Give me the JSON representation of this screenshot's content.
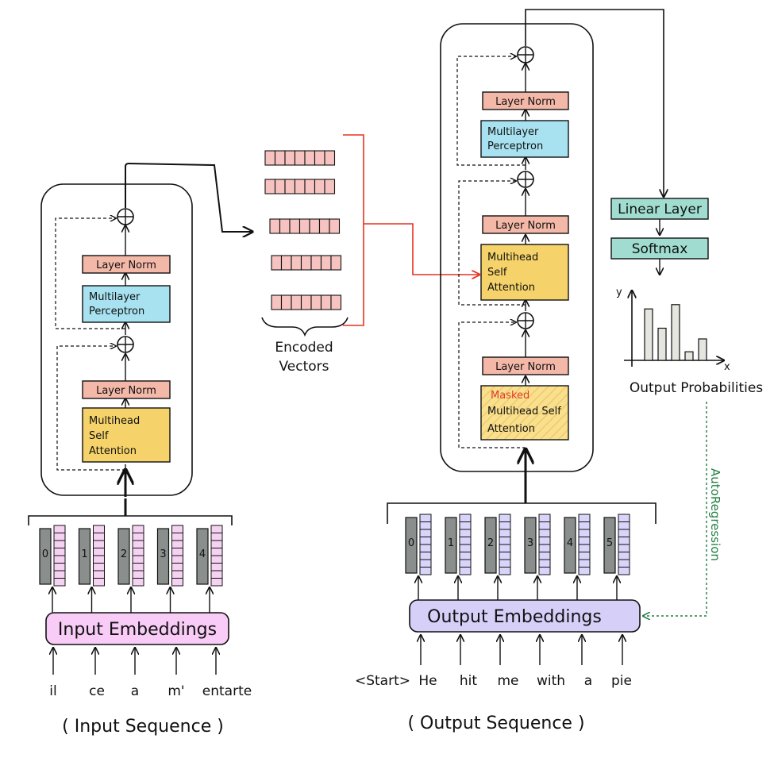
{
  "encoder": {
    "layer_norm_top": "Layer Norm",
    "mlp_line1": "Multilayer",
    "mlp_line2": "Perceptron",
    "layer_norm_bottom": "Layer Norm",
    "attn_line1": "Multihead",
    "attn_line2": "Self",
    "attn_line3": "Attention",
    "position_ids": [
      "0",
      "1",
      "2",
      "3",
      "4"
    ],
    "embeddings_label": "Input Embeddings",
    "tokens": [
      "il",
      "ce",
      "a",
      "m'",
      "entarte"
    ],
    "sequence_label": "( Input Sequence )"
  },
  "encoded": {
    "label_line1": "Encoded",
    "label_line2": "Vectors"
  },
  "decoder": {
    "layer_norm_top": "Layer Norm",
    "mlp_line1": "Multilayer",
    "mlp_line2": "Perceptron",
    "layer_norm_mid": "Layer Norm",
    "cross_line1": "Multihead",
    "cross_line2": "Self",
    "cross_line3": "Attention",
    "layer_norm_bottom": "Layer Norm",
    "masked_label": "Masked",
    "masked_line2": "Multihead Self",
    "masked_line3": "Attention",
    "position_ids": [
      "0",
      "1",
      "2",
      "3",
      "4",
      "5"
    ],
    "embeddings_label": "Output Embeddings",
    "tokens": [
      "<Start>",
      "He",
      "hit",
      "me",
      "with",
      "a",
      "pie"
    ],
    "sequence_label": "( Output Sequence )"
  },
  "head": {
    "linear_label": "Linear Layer",
    "softmax_label": "Softmax",
    "y_axis": "y",
    "x_axis": "x",
    "prob_label": "Output Probabilities",
    "bar_values": [
      0.72,
      0.45,
      0.78,
      0.12,
      0.3,
      0.0
    ],
    "autoregression_label": "AutoRegression"
  },
  "colors": {
    "layer_norm": "#f4b8a8",
    "mlp": "#a8e2f0",
    "attention": "#f5d36a",
    "masked_text": "#e23b2e",
    "encoded_vec": "#f6c3c0",
    "input_embed": "#f8ccf6",
    "output_embed": "#d6d0f8",
    "enc_pink_col": "#f6d2f2",
    "dec_purple_col": "#d9d4fa",
    "pos_grey": "#8a8f8e",
    "linear_softmax": "#a0ddd0",
    "red_line": "#e53222",
    "green_line": "#238044"
  }
}
